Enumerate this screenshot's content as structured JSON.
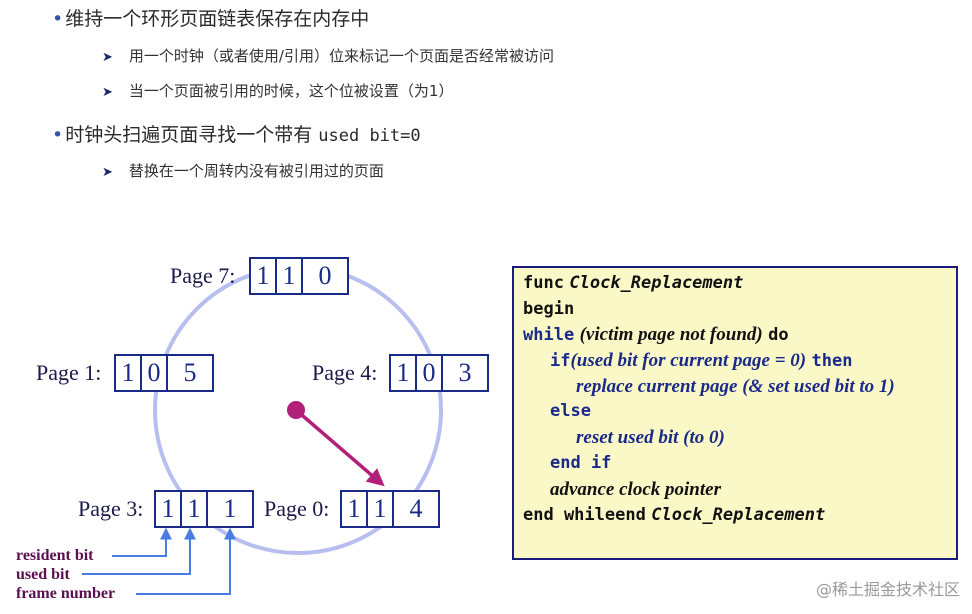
{
  "bullets": [
    {
      "text": "维持一个环形页面链表保存在内存中"
    },
    {
      "text": "用一个时钟（或者使用/引用）位来标记一个页面是否经常被访问"
    },
    {
      "text": "当一个页面被引用的时候，这个位被设置（为1）"
    },
    {
      "text": "时钟头扫遍页面寻找一个带有 ",
      "code": "used bit=0"
    },
    {
      "text": "替换在一个周转内没有被引用过的页面"
    }
  ],
  "pages": [
    {
      "label": "Page 7:",
      "used": "1",
      "resident": "1",
      "frame": "0"
    },
    {
      "label": "Page 1:",
      "used": "1",
      "resident": "0",
      "frame": "5"
    },
    {
      "label": "Page 4:",
      "used": "1",
      "resident": "0",
      "frame": "3"
    },
    {
      "label": "Page 3:",
      "used": "1",
      "resident": "1",
      "frame": "1"
    },
    {
      "label": "Page 0:",
      "used": "1",
      "resident": "1",
      "frame": "4"
    }
  ],
  "annotations": {
    "resident_bit": "resident bit",
    "used_bit": "used bit",
    "frame_number": "frame number"
  },
  "code": {
    "line1_kw": "func",
    "line1_name": "Clock_Replacement",
    "line2": "begin",
    "line3_kw": "while",
    "line3_cond": "(victim page not found)",
    "line3_do": "do",
    "line4_kw": "if",
    "line4_cond": "(used bit for current page = 0)",
    "line4_then": "then",
    "line5": "replace current page (& set used bit to 1)",
    "line6": "else",
    "line7": "reset used bit (to 0)",
    "line8": "end if",
    "line9": "advance clock pointer",
    "line10_kw": "end whileend",
    "line10_name": "Clock_Replacement"
  },
  "colors": {
    "circle": "#b8bff0",
    "pointer": "#b0207a",
    "arrows": "#4a7de0",
    "code_bg": "#fbf8c8"
  },
  "watermark": "@稀土掘金技术社区"
}
